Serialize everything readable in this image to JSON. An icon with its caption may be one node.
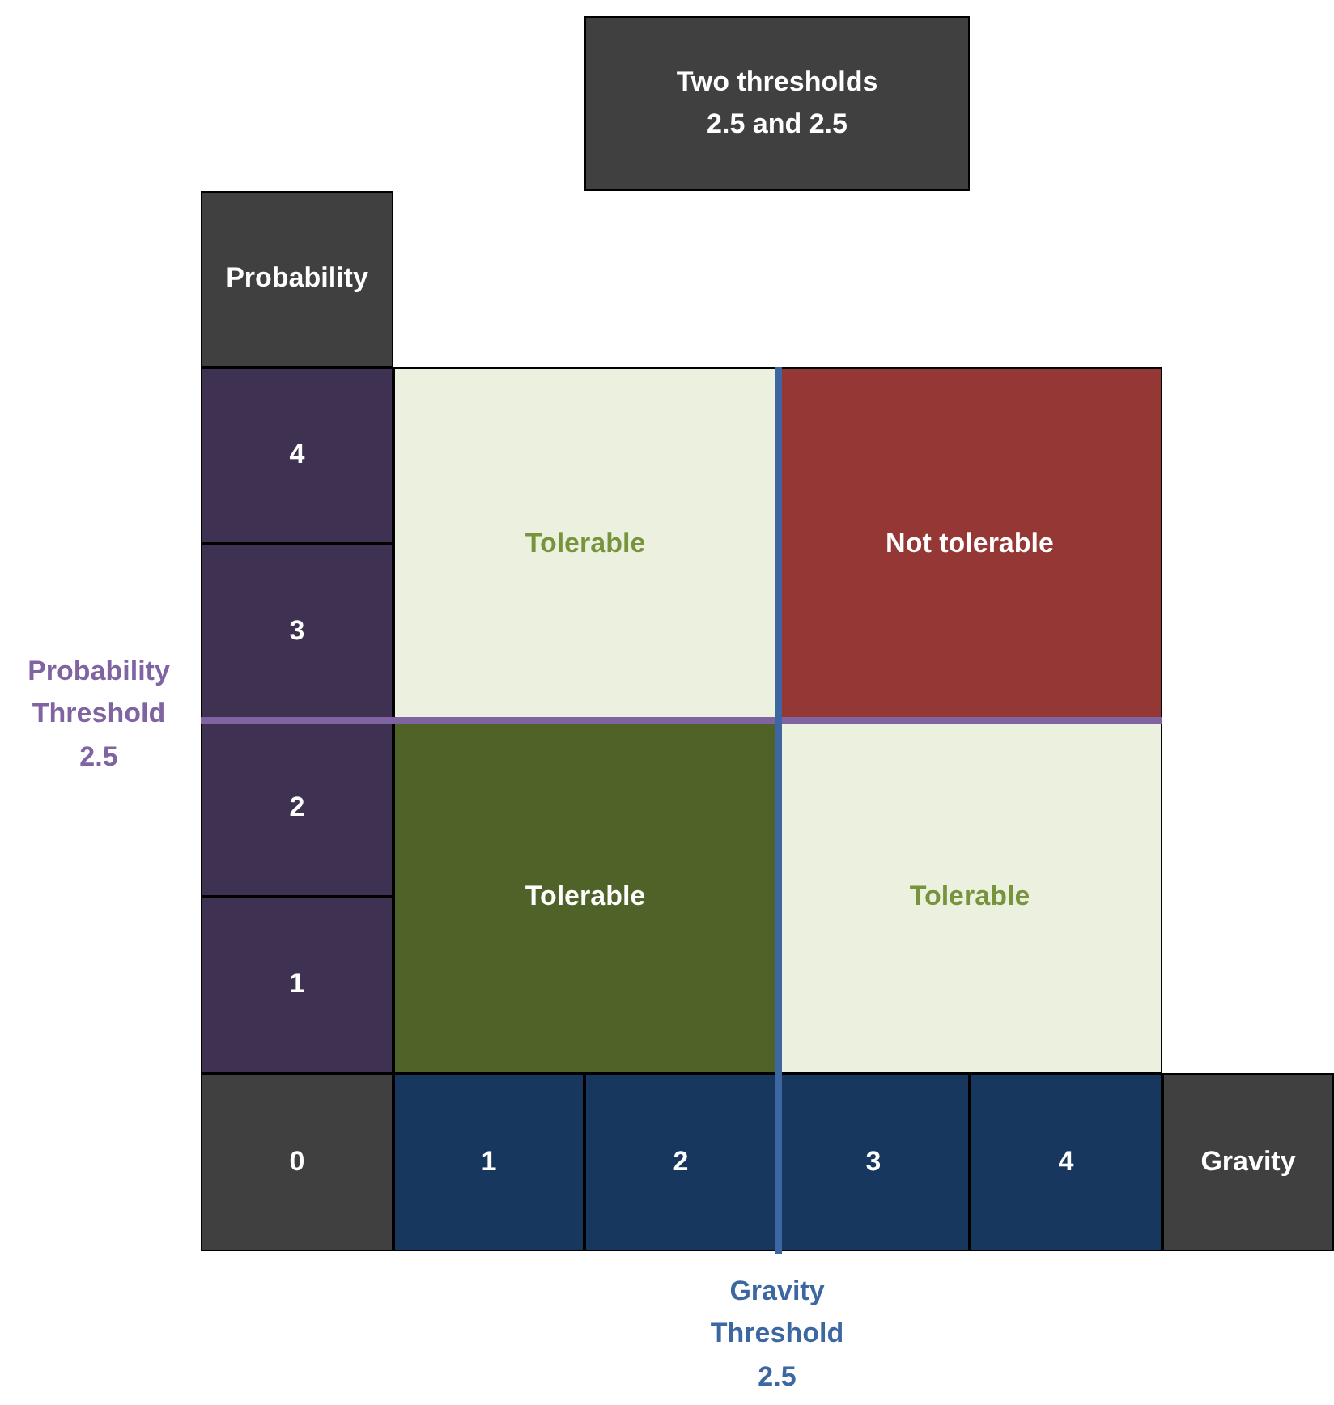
{
  "diagram": {
    "nodes": [
      {
        "text": [
          "Two thresholds 2.5 and 2.5"
        ]
      },
      {
        "text": [
          "Probability"
        ]
      },
      {
        "text": [
          "4"
        ]
      },
      {
        "text": [
          "Tolerable"
        ]
      },
      {
        "text": [
          "Not tolerable"
        ]
      },
      {
        "text": [
          "3"
        ]
      },
      {
        "text": [
          "2"
        ]
      },
      {
        "text": [
          "Tolerable"
        ]
      },
      {
        "text": [
          "Tolerable"
        ]
      },
      {
        "text": [
          "1"
        ]
      },
      {
        "text": [
          "0"
        ]
      },
      {
        "text": [
          "1"
        ]
      },
      {
        "text": [
          "2"
        ]
      },
      {
        "text": [
          "3"
        ]
      },
      {
        "text": [
          "4"
        ]
      },
      {
        "text": [
          "Gravity"
        ]
      }
    ],
    "labels": [
      "Probability Threshold 2.5",
      "Gravity Threshold 2.5"
    ]
  }
}
